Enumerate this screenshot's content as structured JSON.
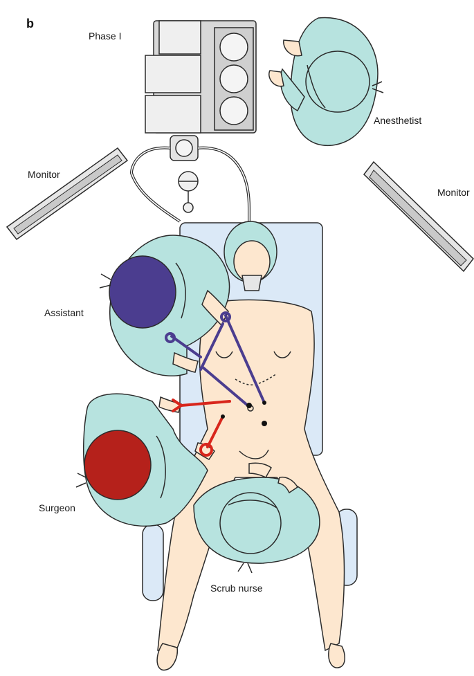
{
  "figure": {
    "panel_letter": "b",
    "labels": {
      "phase": "Phase I",
      "anesthetist": "Anesthetist",
      "monitor_left": "Monitor",
      "monitor_right": "Monitor",
      "assistant": "Assistant",
      "surgeon": "Surgeon",
      "scrub_nurse": "Scrub nurse"
    }
  },
  "colors": {
    "gown": "#b7e3df",
    "outline": "#2b2b2b",
    "skin": "#fde7cf",
    "table": "#dbe9f7",
    "assistant_cap": "#4b3d8f",
    "surgeon_cap": "#b5211b",
    "instrument_purple": "#7a5cc4",
    "instrument_red": "#d8261c",
    "monitor": "#e6e6e6",
    "equipment": "#d9d9d9"
  }
}
